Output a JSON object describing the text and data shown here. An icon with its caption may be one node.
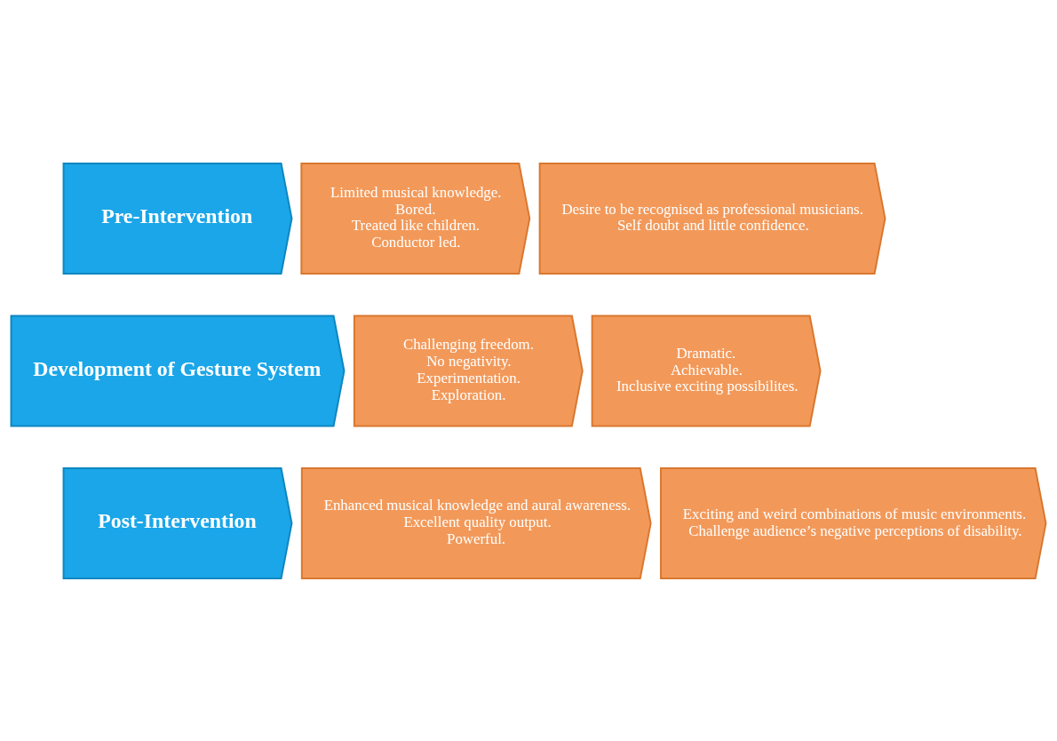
{
  "diagram": {
    "nodes": [
      {
        "text": [
          "Pre-Intervention"
        ]
      },
      {
        "text": [
          "Limited musical knowledge.",
          "Bored.",
          "Treated like children.",
          "Conductor led."
        ]
      },
      {
        "text": [
          "Desire to be recognised as professional musicians.",
          "Self doubt and little confidence."
        ]
      },
      {
        "text": [
          "Development of Gesture System"
        ]
      },
      {
        "text": [
          "Challenging freedom.",
          "No negativity.",
          "Experimentation.",
          "Exploration."
        ]
      },
      {
        "text": [
          "Dramatic.",
          "Achievable.",
          "Inclusive exciting possibilites."
        ]
      },
      {
        "text": [
          "Post-Intervention"
        ]
      },
      {
        "text": [
          "Enhanced musical knowledge and aural awareness.",
          "Excellent quality output.",
          "Powerful."
        ]
      },
      {
        "text": [
          "Exciting and weird combinations of music environments.",
          "Challenge audience’s negative perceptions of disability."
        ]
      }
    ]
  }
}
